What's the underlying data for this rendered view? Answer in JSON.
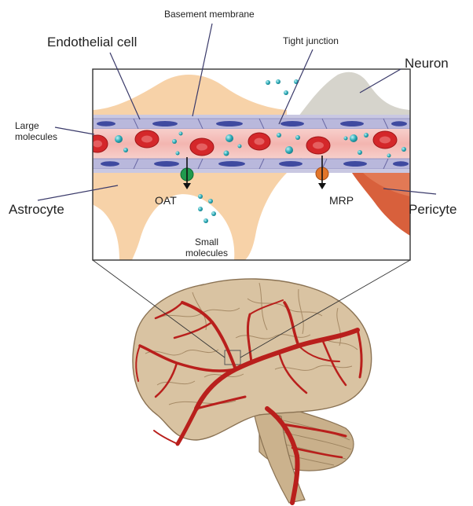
{
  "labels": {
    "basement_membrane": "Basement membrane",
    "endothelial_cell": "Endothelial cell",
    "tight_junction": "Tight junction",
    "neuron": "Neuron",
    "large_molecules": "Large\nmolecules",
    "astrocyte": "Astrocyte",
    "oat": "OAT",
    "mrp": "MRP",
    "pericyte": "Pericyte",
    "small_molecules": "Small\nmolecules"
  },
  "colors": {
    "blood": "#f3b9b4",
    "red_cell": "#d4272a",
    "endothelium": "#b9b8dc",
    "nucleus": "#3f4aa0",
    "astrocyte": "#f7d2a8",
    "neuron": "#d6d4cc",
    "pericyte": "#d8603c",
    "molecule": "#2aa8b4",
    "oat": "#1f9a4d",
    "mrp": "#e2762a",
    "brain": "#d9c3a2",
    "vessel": "#b91f1c"
  },
  "icons": {
    "efflux": "down-arrow-icon"
  }
}
